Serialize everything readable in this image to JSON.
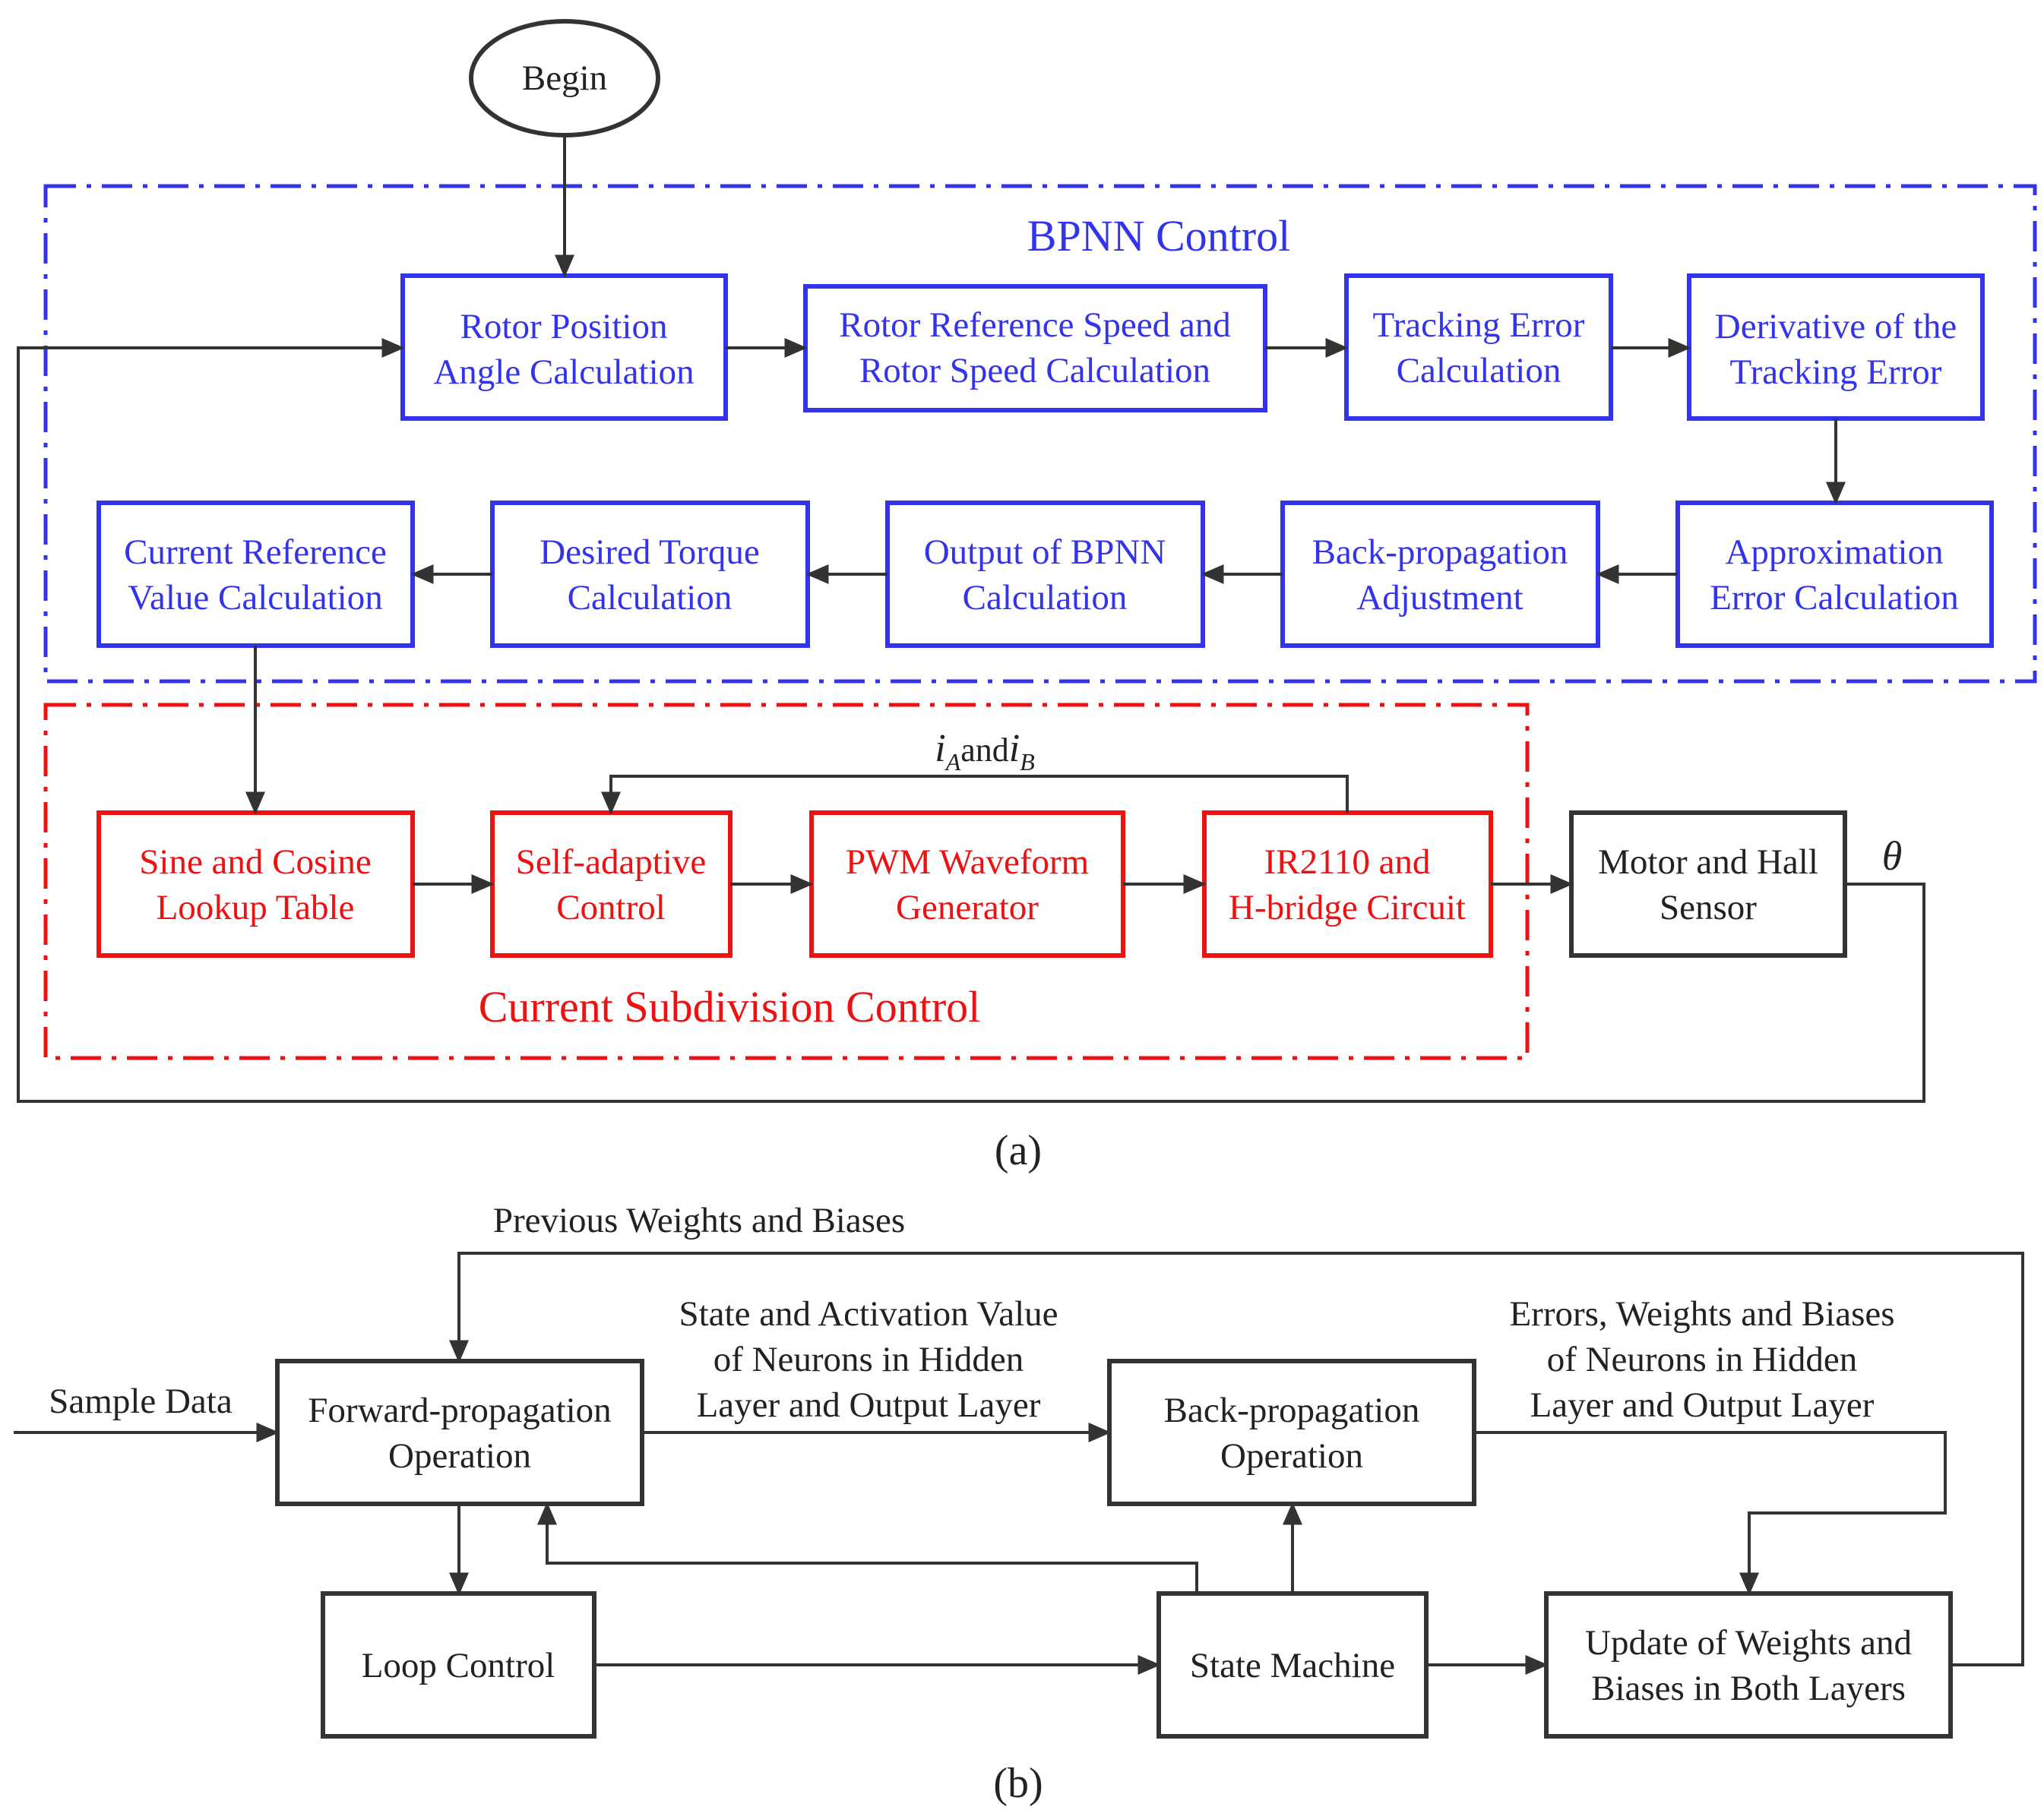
{
  "part_a": {
    "begin": "Begin",
    "bpnn_title": "BPNN Control",
    "bpnn_boxes": {
      "rotor_position": [
        "Rotor Position",
        "Angle Calculation"
      ],
      "rotor_speed": [
        "Rotor Reference Speed and",
        "Rotor Speed Calculation"
      ],
      "tracking_error": [
        "Tracking Error",
        "Calculation"
      ],
      "derivative": [
        "Derivative of the",
        "Tracking Error"
      ],
      "approximation": [
        "Approximation",
        "Error Calculation"
      ],
      "backprop": [
        "Back-propagation",
        "Adjustment"
      ],
      "output_bpnn": [
        "Output of BPNN",
        "Calculation"
      ],
      "desired_torque": [
        "Desired Torque",
        "Calculation"
      ],
      "current_ref": [
        "Current Reference",
        "Value Calculation"
      ]
    },
    "csc_title": "Current Subdivision Control",
    "csc_boxes": {
      "sine_cosine": [
        "Sine and Cosine",
        "Lookup Table"
      ],
      "self_adaptive": [
        "Self-adaptive",
        "Control"
      ],
      "pwm": [
        "PWM Waveform",
        "Generator"
      ],
      "ir2110": [
        "IR2110 and",
        "H-bridge Circuit"
      ]
    },
    "motor": [
      "Motor and Hall",
      "Sensor"
    ],
    "feedback": {
      "i": "i",
      "sub_a": "A",
      "and": "and",
      "sub_b": "B",
      "theta": "θ"
    },
    "caption": "(a)"
  },
  "part_b": {
    "previous_weights": "Previous Weights and Biases",
    "sample_data": "Sample Data",
    "forward": [
      "Forward-propagation",
      "Operation"
    ],
    "state_activation": [
      "State and Activation Value",
      "of Neurons in Hidden",
      "Layer and Output Layer"
    ],
    "backprop": [
      "Back-propagation",
      "Operation"
    ],
    "errors_weights": [
      "Errors, Weights and Biases",
      "of Neurons in Hidden",
      "Layer and Output Layer"
    ],
    "loop_control": "Loop Control",
    "state_machine": "State Machine",
    "update": [
      "Update of Weights and",
      "Biases in Both Layers"
    ],
    "caption": "(b)"
  },
  "colors": {
    "bpnn": "#3333ee",
    "current_subdivision": "#ee1111",
    "neutral": "#333333"
  }
}
